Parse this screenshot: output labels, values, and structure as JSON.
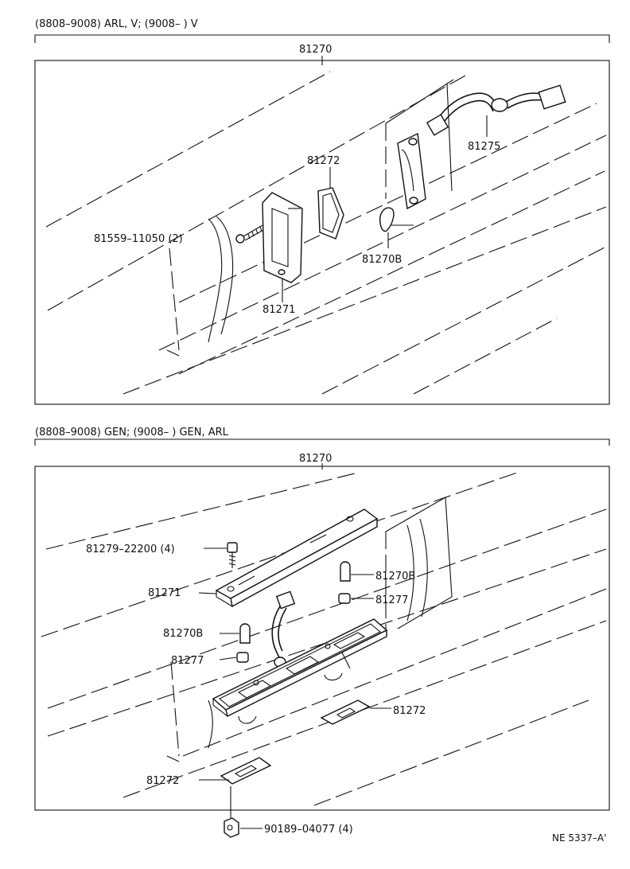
{
  "section_top": {
    "caption": "(8808–9008) ARL, V; (9008–          ) V",
    "assembly_label": "81270",
    "labels": {
      "socket_cord": "81275",
      "gasket": "81272",
      "screw": "81559–11050 (2)",
      "bulb": "81270B",
      "lens": "81271"
    }
  },
  "section_bottom": {
    "caption": "(8808–9008) GEN; (9008–          ) GEN, ARL",
    "assembly_label": "81270",
    "labels": {
      "screw": "81279–22200 (4)",
      "lens": "81271",
      "bulb_right": "81270B",
      "grommet_right": "81277",
      "bulb_left": "81270B",
      "grommet_left": "81277",
      "gasket_right": "81272",
      "gasket_left": "81272",
      "nut": "90189–04077 (4)"
    }
  },
  "figure_code": "NE 5337–A'"
}
